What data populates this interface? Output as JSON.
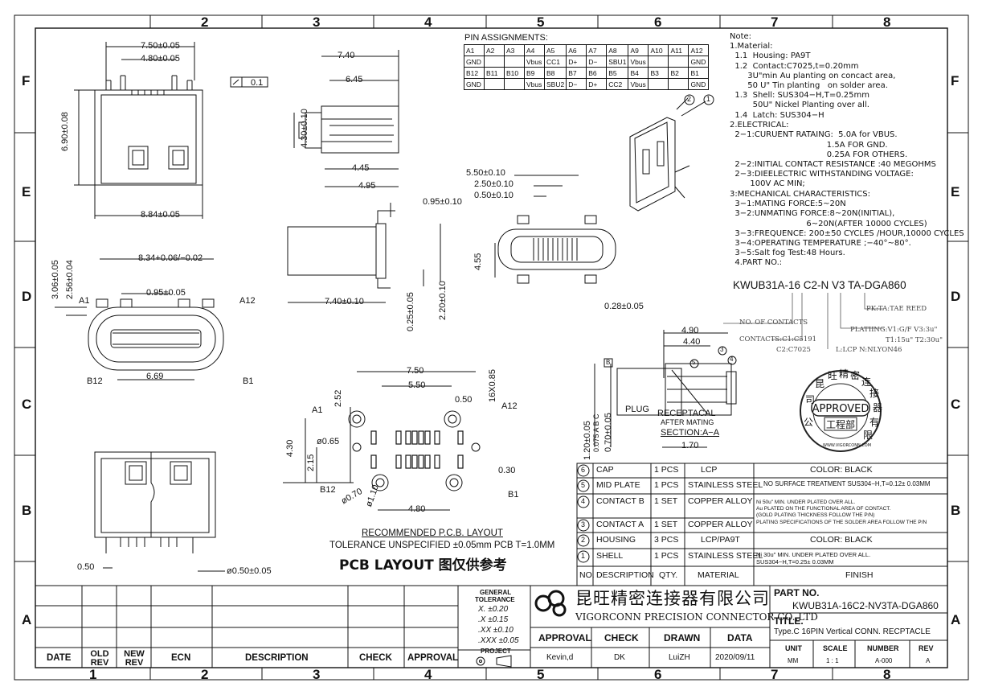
{
  "zones": {
    "top": [
      "2",
      "3",
      "4",
      "5",
      "6",
      "7",
      "8"
    ],
    "bottom": [
      "1",
      "2",
      "3",
      "4",
      "5",
      "6",
      "7",
      "8"
    ],
    "left": [
      "F",
      "E",
      "D",
      "C",
      "B",
      "A"
    ],
    "right": [
      "F",
      "E",
      "D",
      "C",
      "B",
      "A"
    ]
  },
  "pin_assignments": {
    "title": "PIN ASSIGNMENTS:",
    "rows": [
      [
        "A1",
        "A2",
        "A3",
        "A4",
        "A5",
        "A6",
        "A7",
        "A8",
        "A9",
        "A10",
        "A11",
        "A12"
      ],
      [
        "GND",
        "",
        "",
        "Vbus",
        "CC1",
        "D+",
        "D−",
        "SBU1",
        "Vbus",
        "",
        "",
        "GND"
      ],
      [
        "B12",
        "B11",
        "B10",
        "B9",
        "B8",
        "B7",
        "B6",
        "B5",
        "B4",
        "B3",
        "B2",
        "B1"
      ],
      [
        "GND",
        "",
        "",
        "Vbus",
        "SBU2",
        "D−",
        "D+",
        "CC2",
        "Vbus",
        "",
        "",
        "GND"
      ]
    ]
  },
  "notes": [
    "Note:",
    "1.Material:",
    "  1.1  Housing: PA9T",
    "  1.2  Contact:C7025,t=0.20mm",
    "       3U\"min Au planting on concact area,",
    "       50 U\" Tin planting   on solder area.",
    "  1.3  Shell: SUS304−H,T=0.25mm",
    "         50U\" Nickel Planting over all.",
    "  1.4  Latch: SUS304−H",
    "2.ELECTRICAL:",
    "  2−1:CURUENT RATAING:  5.0A for VBUS.",
    "                                      1.5A FOR GND.",
    "                                      0.25A FOR OTHERS.",
    "  2−2:INITIAL CONTACT RESISTANCE :40 MEGOHMS",
    "  2−3:DIEELECTRIC WITHSTANDING VOLTAGE:",
    "        100V AC MIN;",
    "3:MECHANICAL CHARACTERISTICS:",
    "  3−1:MATING FORCE:5~20N",
    "  3−2:UNMATING FORCE:8~20N(INITIAL),",
    "                              6~20N(AFTER 10000 CYCLES)",
    "  3−3:FREQUENCE: 200±50 CYCLES /HOUR,10000 CYCLES",
    "  3−4:OPERATING TEMPERATURE ;−40°~80°.",
    "  3−5:Salt fog Test:48 Hours.",
    "  4.PART NO.:"
  ],
  "part_code": {
    "code": "KWUB31A-16 C2-N V3 TA-DGA860",
    "pk": "PK:TA:TAE REED",
    "contacts_no": "NO. OF CONTACTS",
    "contacts_mat": "CONTACTS:C1:C5191",
    "contacts_mat2": "C2:C7025",
    "plating": "PLATIING:V1:G/F  V3:3u\"",
    "plating2": "T1:15u\" T2:30u\"",
    "lcp": "L:LCP  N:NLYON46"
  },
  "dims": {
    "top_750": "7.50±0.05",
    "top_480": "4.80±0.05",
    "flat": "0.1",
    "h690": "6.90±0.08",
    "w884": "8.84±0.05",
    "side_740": "7.40",
    "side_645": "6.45",
    "side_430": "4.30±0.10",
    "side_445": "4.45",
    "side_495": "4.95",
    "f_550": "5.50±0.10",
    "f_250": "2.50±0.10",
    "f_050": "0.50±0.10",
    "f_455": "4.55",
    "f_028": "0.28±0.05",
    "s_095": "0.95±0.10",
    "s_740": "7.40±0.10",
    "s_025": "0.25±0.05",
    "s_220": "2.20±0.10",
    "r_834": "8.34+0.06/−0.02",
    "r_306": "3.06±0.05",
    "r_256": "2.56±0.04",
    "r_095": "0.95±0.05",
    "r_669": "6.69",
    "a1": "A1",
    "a12": "A12",
    "b12": "B12",
    "b1": "B1",
    "sec_490": "4.90",
    "sec_440": "4.40",
    "sec_170": "1.70",
    "sec_120": "1.20±0.05",
    "sec_0075": "0.075 A B C",
    "sec_070": "0.70±0.05",
    "plug": "PLUG",
    "receptacal": "RECEPTACAL",
    "after_mating": "AFTER MATING",
    "section": "SECTION:A−A",
    "b_050": "0.50",
    "b_phi050": "ø0.50±0.05"
  },
  "pcb": {
    "p_750": "7.50",
    "p_550": "5.50",
    "p_252": "2.52",
    "p_050": "0.50",
    "p_16x": "16X0.85",
    "p_065": "ø0.65",
    "p_430": "4.30",
    "p_215": "2.15",
    "p_030": "0.30",
    "p_070": "ø0.70",
    "p_110": "ø1.10",
    "p_480": "4.80",
    "p_a1": "A1",
    "p_a12": "A12",
    "p_b12": "B12",
    "p_b1": "B1",
    "recommended": "RECOMMENDED   P.C.B.  LAYOUT",
    "tolerance": "TOLERANCE  UNSPECIFIED  ±0.05mm  PCB  T=1.0MM",
    "pcb_title": "PCB  LAYOUT  图仅供参考"
  },
  "bom": {
    "rows": [
      {
        "no": "6",
        "desc": "CAP",
        "qty": "1  PCS",
        "material": "LCP",
        "finish": "COLOR:  BLACK"
      },
      {
        "no": "5",
        "desc": "MID  PLATE",
        "qty": "1  PCS",
        "material": "STAINLESS  STEEL",
        "finish": "NO SURFACE TREATMENT    SUS304−H,T=0.12± 0.03MM"
      },
      {
        "no": "4",
        "desc": "CONTACT  B",
        "qty": "1  SET",
        "material": "COPPER  ALLOY",
        "finish": "Ni 50u\" MIN. UNDER PLATED OVER ALL."
      },
      {
        "no": "3",
        "desc": "CONTACT  A",
        "qty": "1  SET",
        "material": "COPPER  ALLOY",
        "finish": "PLATING SPECIFICATIONS OF THE SOLDER AREA FOLLOW THE P/N"
      },
      {
        "no": "2",
        "desc": "HOUSING",
        "qty": "3  PCS",
        "material": "LCP/PA9T",
        "finish": "COLOR:  BLACK"
      },
      {
        "no": "1",
        "desc": "SHELL",
        "qty": "1  PCS",
        "material": "STAINLESS  STEEL",
        "finish": "Ni 30u\" MIN. UNDER PLATED OVER ALL."
      }
    ],
    "finish_extra_1": "Au PLATED ON THE FUNCTIONAL AREA OF CONTACT.",
    "finish_extra_2": "(GOLD PLATING THICKNESS FOLLOW THE P/N)",
    "finish_extra_3": "SUS304−H,T=0.25± 0.03MM",
    "header": {
      "no": "NO.",
      "desc": "DESCRIPTION",
      "qty": "QTY.",
      "material": "MATERIAL",
      "finish": "FINISH"
    }
  },
  "stamp": {
    "approved": "APPROVED",
    "dept": "工程部",
    "ring": "昆旺精密连接器有限公司",
    "url": "WWW.VIGORCONN.COM"
  },
  "title_block": {
    "revision_header": {
      "date": "DATE",
      "old_rev": "OLD REV",
      "new_rev": "NEW REV",
      "ecn": "ECN",
      "description": "DESCRIPTION",
      "check": "CHECK",
      "approval": "APPROVAL"
    },
    "general_tol": [
      "GENERAL",
      "TOLERANCE",
      "X.    ±0.20",
      ".X    ±0.15",
      ".XX  ±0.10",
      ".XXX ±0.05"
    ],
    "projection": "PROJECT",
    "company_cn": "昆旺精密连接器有限公司",
    "company_en": "VIGORCONN PRECISION CONNECTOR CO.,LTD",
    "approval": "APPROVAL",
    "check": "CHECK",
    "drawn": "DRAWN",
    "data": "DATA",
    "approval_name": "Kevin,d",
    "check_name": "DK",
    "drawn_name": "LuiZH",
    "date_val": "2020/09/11",
    "part_no_label": "PART NO.",
    "part_no": "KWUB31A-16C2-NV3TA-DGA860",
    "title_label": "TITLE.",
    "title": "Type.C  16PIN  Vertical  CONN.  RECPTACLE",
    "unit_label": "UNIT",
    "unit": "MM",
    "scale_label": "SCALE",
    "scale": "1 : 1",
    "number_label": "NUMBER",
    "number": "A-000",
    "rev_label": "REV",
    "rev": "A"
  },
  "callouts": {
    "c1": "1",
    "c2": "2",
    "c3": "3",
    "c4": "4",
    "c5": "5",
    "cb": "B"
  }
}
